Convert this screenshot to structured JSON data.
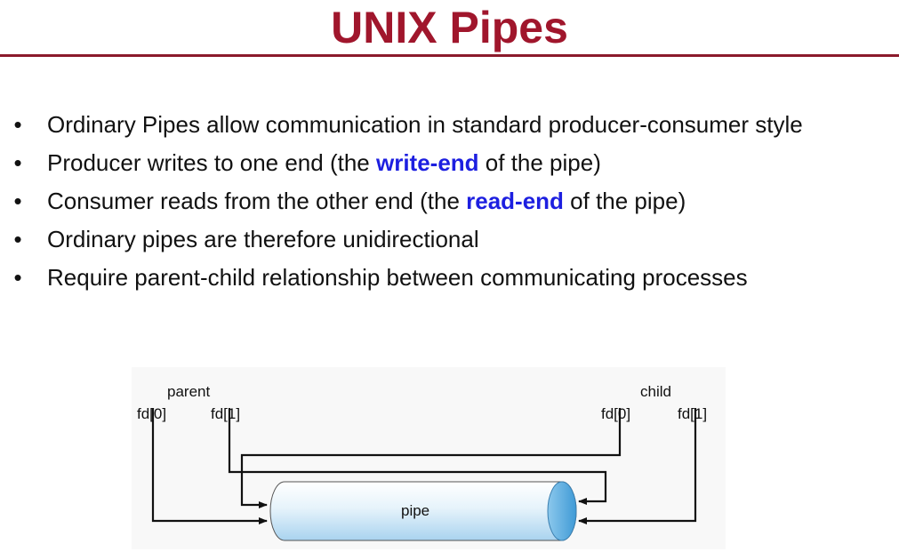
{
  "title": "UNIX Pipes",
  "bullet_marker": "•",
  "bullets": [
    {
      "before": "Ordinary Pipes allow communication in standard producer-consumer style",
      "keyword": "",
      "after": ""
    },
    {
      "before": "Producer writes to one end (the ",
      "keyword": "write-end",
      "after": " of the pipe)"
    },
    {
      "before": "Consumer reads from the other end (the ",
      "keyword": "read-end",
      "after": " of the pipe)"
    },
    {
      "before": "Ordinary pipes are therefore unidirectional",
      "keyword": "",
      "after": ""
    },
    {
      "before": "Require parent-child relationship between communicating processes",
      "keyword": "",
      "after": ""
    }
  ],
  "diagram": {
    "parent_label": "parent",
    "child_label": "child",
    "parent_fd0": "fd[0]",
    "parent_fd1": "fd[1]",
    "child_fd0": "fd[0]",
    "child_fd1": "fd[1]",
    "pipe_label": "pipe"
  },
  "colors": {
    "title": "#a0162c",
    "keyword": "#1d1fe0",
    "pipe_fill_light": "#ffffff",
    "pipe_fill_blue": "#a9d3ef",
    "pipe_end": "#5aaee0"
  }
}
